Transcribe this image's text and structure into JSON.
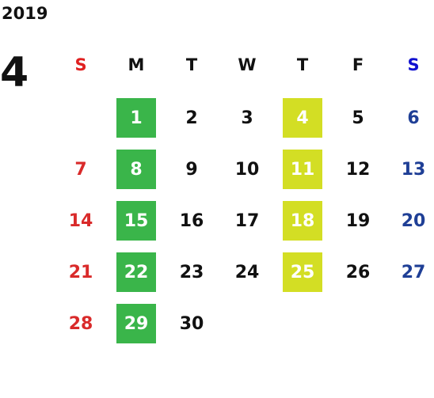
{
  "year": "2019",
  "month": "4",
  "weekdays": [
    "S",
    "M",
    "T",
    "W",
    "T",
    "F",
    "S"
  ],
  "colors": {
    "sunday": "#d92a2a",
    "saturday": "#1f3f96",
    "monday_highlight": "#3ab54a",
    "thursday_highlight": "#d3de24"
  },
  "weeks": [
    [
      "",
      "1",
      "2",
      "3",
      "4",
      "5",
      "6"
    ],
    [
      "7",
      "8",
      "9",
      "10",
      "11",
      "12",
      "13"
    ],
    [
      "14",
      "15",
      "16",
      "17",
      "18",
      "19",
      "20"
    ],
    [
      "21",
      "22",
      "23",
      "24",
      "25",
      "26",
      "27"
    ],
    [
      "28",
      "29",
      "30",
      "",
      "",
      "",
      ""
    ]
  ]
}
